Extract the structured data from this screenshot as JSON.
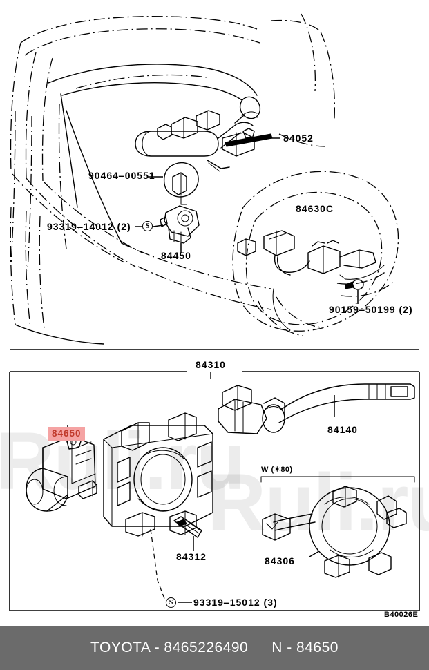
{
  "document": {
    "type": "parts-diagram",
    "drawing_code": "B40026E"
  },
  "upper_diagram": {
    "name": "instrument-panel-illustration",
    "callouts": [
      {
        "id": "84052",
        "label": "84052"
      },
      {
        "id": "90464-00551",
        "label": "90464‒00551"
      },
      {
        "id": "93319-14012",
        "label": "93319‒14012 (2)",
        "symbol": "S"
      },
      {
        "id": "84450",
        "label": "84450"
      },
      {
        "id": "84630C",
        "label": "84630C"
      },
      {
        "id": "90159-50199",
        "label": "90159‒50199 (2)"
      }
    ]
  },
  "lower_diagram": {
    "name": "combination-switch-panel",
    "title": "84310",
    "note": "W (✶80)",
    "callouts": [
      {
        "id": "84650",
        "label": "84650",
        "highlighted": true
      },
      {
        "id": "84140",
        "label": "84140"
      },
      {
        "id": "84312",
        "label": "84312"
      },
      {
        "id": "84306",
        "label": "84306"
      },
      {
        "id": "93319-15012",
        "label": "93319‒15012 (3)",
        "symbol": "S"
      }
    ]
  },
  "watermark": {
    "text": "Ruli.ru"
  },
  "footer": {
    "brand_part": "TOYOTA - 8465226490",
    "node_part": "N - 84650"
  },
  "colors": {
    "highlight_bg": "#f5a3a3",
    "highlight_text": "#c0392b",
    "footer_bg": "#6b6b6b",
    "line": "#000000"
  }
}
